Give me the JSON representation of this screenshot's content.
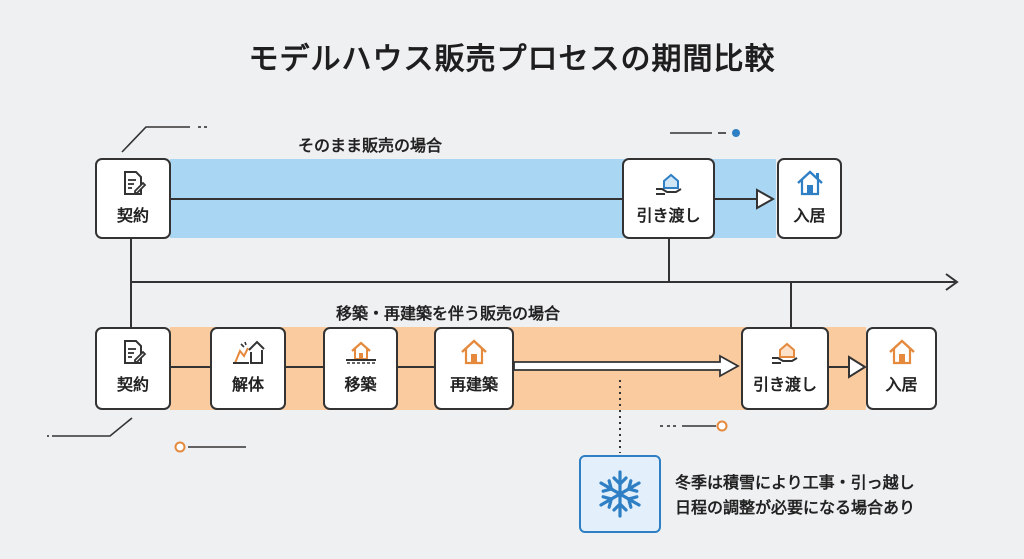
{
  "title": "モデルハウス販売プロセスの期間比較",
  "row1": {
    "label": "そのまま販売の場合",
    "steps": [
      {
        "label": "契約",
        "icon": "document-pen-icon"
      },
      {
        "label": "引き渡し",
        "icon": "hand-house-icon"
      },
      {
        "label": "入居",
        "icon": "house-icon"
      }
    ]
  },
  "row2": {
    "label": "移築・再建築を伴う販売の場合",
    "steps": [
      {
        "label": "契約",
        "icon": "document-pen-icon"
      },
      {
        "label": "解体",
        "icon": "broken-house-icon"
      },
      {
        "label": "移築",
        "icon": "house-on-ground-icon"
      },
      {
        "label": "再建築",
        "icon": "house-icon"
      },
      {
        "label": "引き渡し",
        "icon": "hand-house-icon"
      },
      {
        "label": "入居",
        "icon": "house-icon"
      }
    ]
  },
  "note": {
    "icon": "snowflake-icon",
    "line1": "冬季は積雪により工事・引っ越し",
    "line2": "日程の調整が必要になる場合あり"
  },
  "colors": {
    "band_blue": "#a9d6f2",
    "band_orange": "#fbcba0",
    "icon_blue": "#2f7fc4",
    "icon_orange": "#e58a3c"
  }
}
